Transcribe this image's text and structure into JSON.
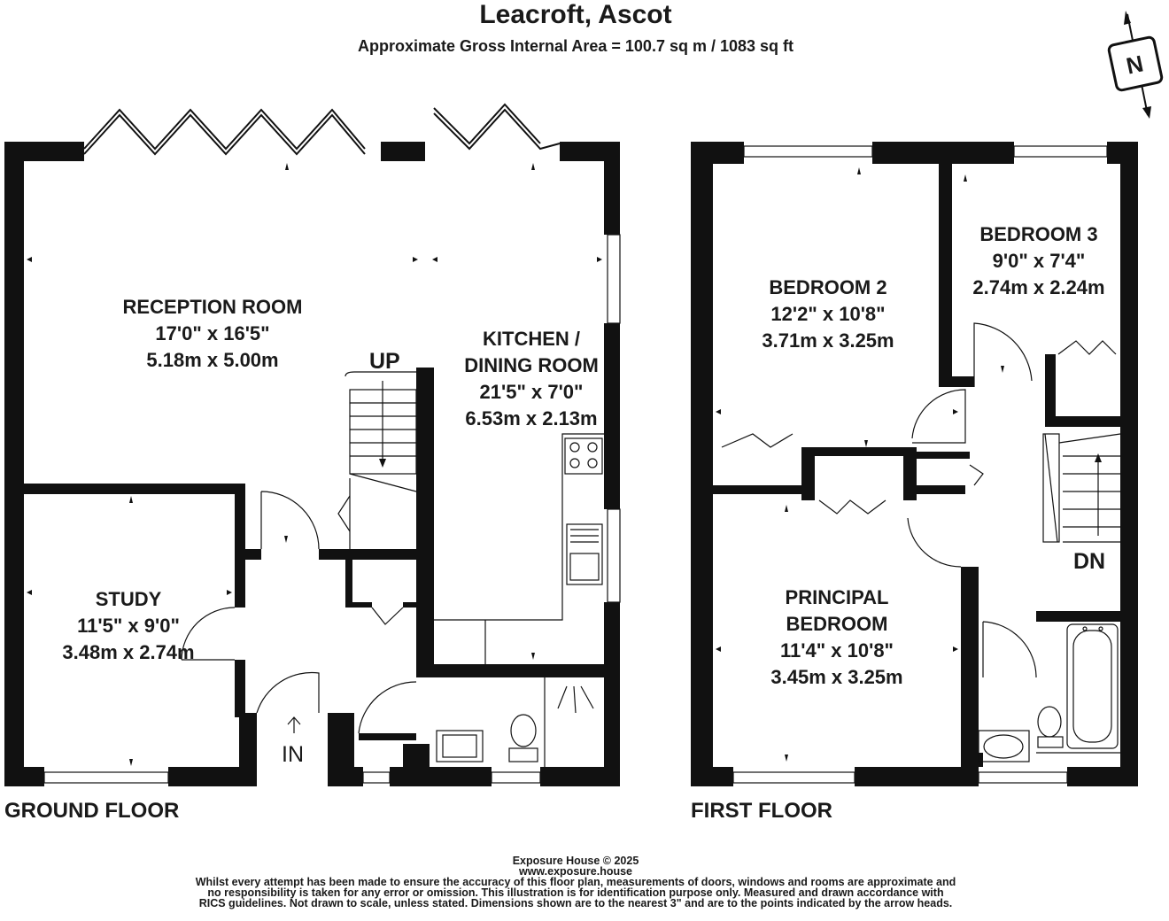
{
  "header": {
    "title": "Leacroft, Ascot",
    "subtitle": "Approximate Gross Internal Area = 100.7 sq m / 1083 sq ft"
  },
  "compass": {
    "label": "N"
  },
  "ground_floor": {
    "label": "GROUND FLOOR",
    "up_label": "UP",
    "entrance_label": "IN",
    "rooms": {
      "reception": {
        "name": "RECEPTION ROOM",
        "imperial": "17'0\" x 16'5\"",
        "metric": "5.18m x 5.00m"
      },
      "kitchen": {
        "name_line1": "KITCHEN /",
        "name_line2": "DINING ROOM",
        "imperial": "21'5\" x 7'0\"",
        "metric": "6.53m x 2.13m"
      },
      "study": {
        "name": "STUDY",
        "imperial": "11'5\" x 9'0\"",
        "metric": "3.48m x 2.74m"
      }
    }
  },
  "first_floor": {
    "label": "FIRST FLOOR",
    "down_label": "DN",
    "rooms": {
      "bedroom2": {
        "name": "BEDROOM 2",
        "imperial": "12'2\" x 10'8\"",
        "metric": "3.71m x 3.25m"
      },
      "bedroom3": {
        "name": "BEDROOM 3",
        "imperial": "9'0\" x 7'4\"",
        "metric": "2.74m x 2.24m"
      },
      "principal": {
        "name_line1": "PRINCIPAL",
        "name_line2": "BEDROOM",
        "imperial": "11'4\" x 10'8\"",
        "metric": "3.45m x 3.25m"
      }
    }
  },
  "footer": {
    "line1": "Exposure House © 2025",
    "line2": "www.exposure.house",
    "line3": "Whilst every attempt has been made to ensure the accuracy of this floor plan, measurements of doors, windows and rooms are approximate and",
    "line4": "no responsibility is taken for any error or omission. This illustration is for identification purpose only. Measured and drawn accordance with",
    "line5": "RICS guidelines. Not drawn to scale, unless stated. Dimensions shown are to the nearest 3\" and are to the points indicated by the arrow heads."
  }
}
